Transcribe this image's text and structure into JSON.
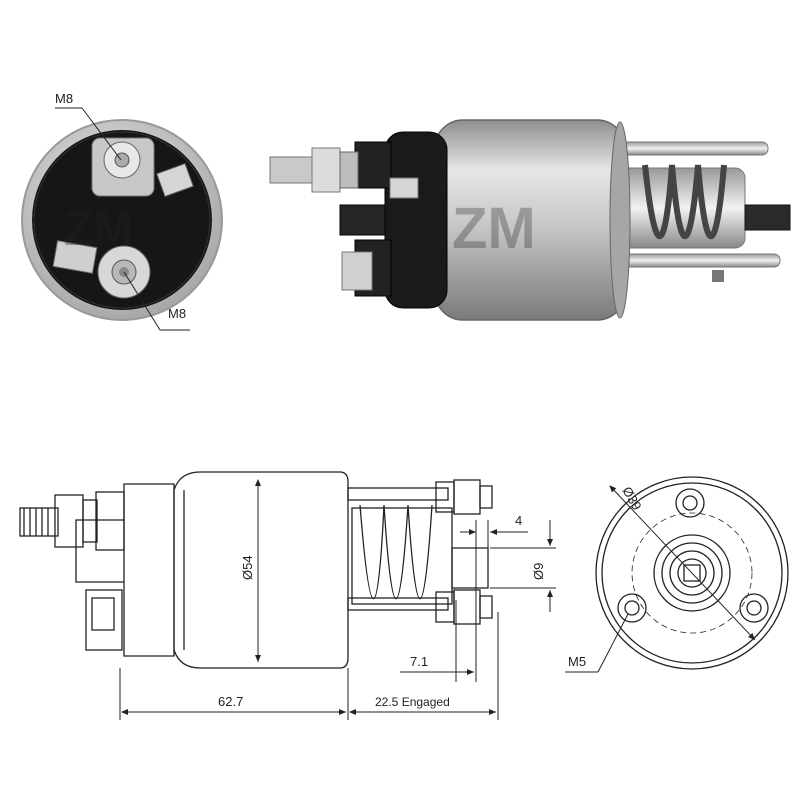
{
  "top_left_labels": {
    "terminal_top": "M8",
    "terminal_bottom": "M8"
  },
  "side_view": {
    "body_diameter": "Ø54",
    "length_body": "62.7",
    "stroke": "22.5 Engaged",
    "plunger_offset": "7.1",
    "flange_thickness": "4",
    "plunger_diameter": "Ø9"
  },
  "end_view": {
    "bolt_circle": "Ø39",
    "mount_thread": "M5"
  },
  "colors": {
    "line": "#222222",
    "housing": "#b8b8b8",
    "insulator": "#1c1c1c"
  }
}
